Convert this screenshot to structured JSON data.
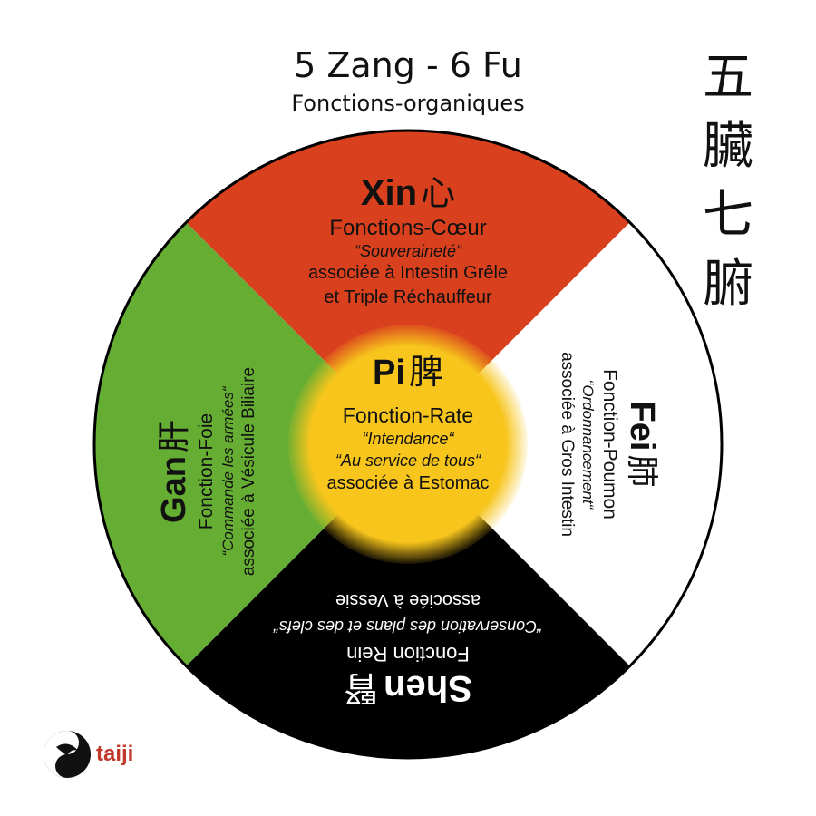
{
  "header": {
    "title": "5 Zang - 6 Fu",
    "subtitle": "Fonctions-organiques",
    "cjk_chars": [
      "五",
      "臟",
      "七",
      "腑"
    ]
  },
  "colors": {
    "fire": "#d9411e",
    "wood": "#66ad33",
    "water": "#000000",
    "metal": "#ffffff",
    "earth": "#f7c51c",
    "logo_accent": "#c0392b"
  },
  "segments": {
    "top": {
      "name": "Xin",
      "char": "心",
      "function": "Fonctions-Cœur",
      "quote": "“Souveraineté“",
      "assoc1": "associée à Intestin Grêle",
      "assoc2": "et Triple Réchauffeur"
    },
    "center": {
      "name": "Pi",
      "char": "脾",
      "function": "Fonction-Rate",
      "quote1": "“Intendance“",
      "quote2": "“Au service de tous“",
      "assoc": "associée à Estomac"
    },
    "left": {
      "name": "Gan",
      "char": "肝",
      "function": "Fonction-Foie",
      "quote": "“Commande les armées“",
      "assoc": "associée à Vésicule Biliaire"
    },
    "right": {
      "name": "Fei",
      "char": "肺",
      "function": "Fonction-Poumon",
      "quote": "“Ordonnancement“",
      "assoc": "associée à Gros Intestin"
    },
    "bottom": {
      "name": "Shen",
      "char": "腎",
      "function": "Fonction Rein",
      "quote": "“Conservation des plans et des clefs“",
      "assoc": "associée à Vessie"
    }
  },
  "logo": {
    "text": "taiji"
  }
}
